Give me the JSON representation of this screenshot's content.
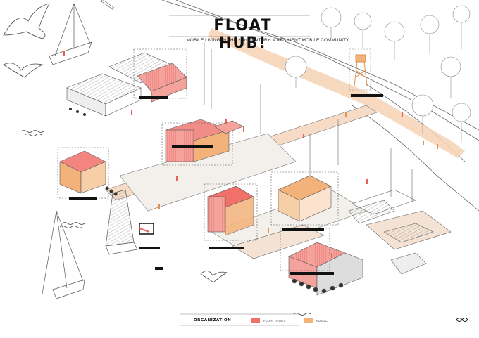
{
  "poster": {
    "title": "FLOAT HUB!",
    "subtitle": "MOBILE LIVING IN THE 21th CENTURY: A RESILIENT MOBILE COMMUNITY"
  },
  "legend": {
    "heading": "ORGANIZATION",
    "items": [
      {
        "label": "FLOAT TRUST",
        "color": "#f0706a"
      },
      {
        "label": "PUBLIC",
        "color": "#f3b27a"
      }
    ]
  },
  "colors": {
    "float_trust": "#f0706a",
    "public": "#f3b27a",
    "line": "#555555",
    "path": "#f6d2b4"
  },
  "icons": [
    "bird-icon",
    "sailboat-icon",
    "tree-icon",
    "watchtower-icon",
    "wave-icon",
    "person-icon",
    "infinity-logo-icon"
  ]
}
